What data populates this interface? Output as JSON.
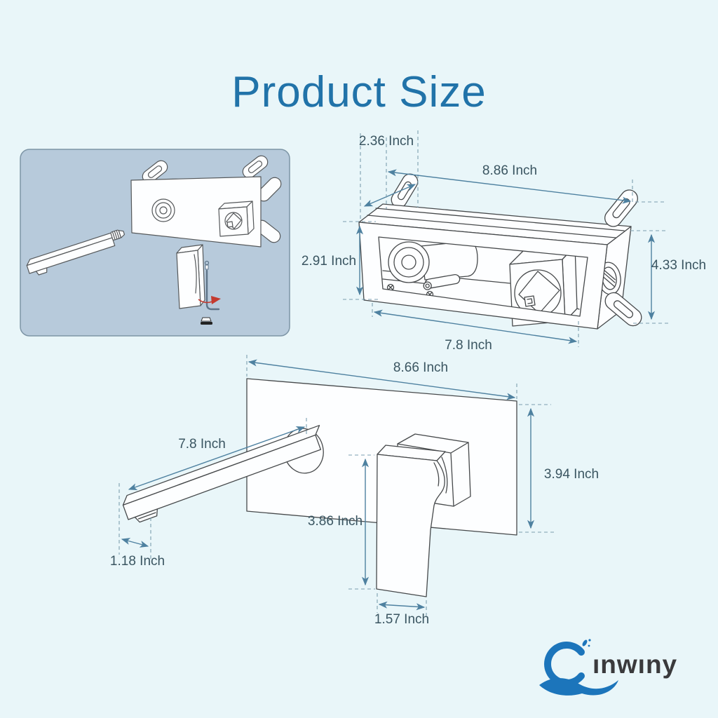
{
  "page": {
    "title": "Product Size",
    "background": "#E9F6F9",
    "title_color": "#2173A9"
  },
  "diagram_colors": {
    "dimension_text": "#3A5561",
    "dimension_line": "#4E81A0",
    "dashed_line": "#7C9FB0",
    "outline": "#46494B",
    "inset_panel": "#B7CADB",
    "inset_border": "#7D95A6",
    "red_arrow": "#C43A2F"
  },
  "valve_diagram": {
    "label": "rough-in-valve-box",
    "dimensions": {
      "tab_offset": "2.36 Inch",
      "overall_width": "8.86 Inch",
      "body_height": "2.91 Inch",
      "overall_height": "4.33 Inch",
      "body_width": "7.8 Inch"
    }
  },
  "faucet_diagram": {
    "label": "wall-mount-spout-and-handle",
    "dimensions": {
      "plate_width": "8.66 Inch",
      "spout_reach": "7.8 Inch",
      "plate_height": "3.94 Inch",
      "handle_height": "3.86 Inch",
      "spout_tip_width": "1.18 Inch",
      "handle_base_width": "1.57 Inch"
    }
  },
  "brand": {
    "name": "Cinwiny",
    "logo_letters": "ınwıny",
    "logo_blue": "#1C75BB",
    "logo_text_color": "#3A3A3C"
  }
}
